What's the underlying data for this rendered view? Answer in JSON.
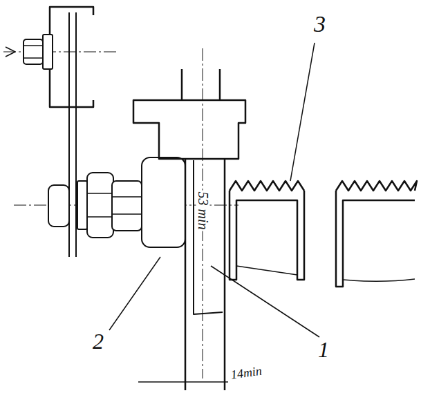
{
  "diagram": {
    "labels": [
      "3",
      "53 min",
      "2",
      "1",
      "14min"
    ]
  }
}
